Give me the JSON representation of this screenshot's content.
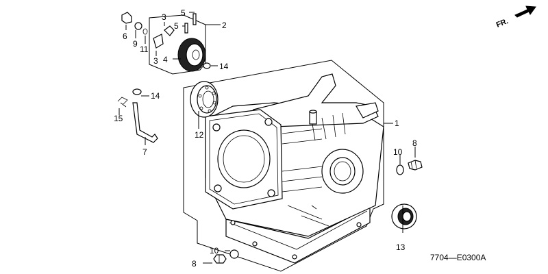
{
  "direction_label": "FR.",
  "drawing_code": "7704—E0300A",
  "callouts": {
    "p1": "1",
    "p2": "2",
    "p3a": "3",
    "p3b": "3",
    "p4": "4",
    "p5a": "5",
    "p5b": "5",
    "p6": "6",
    "p7": "7",
    "p8a": "8",
    "p8b": "8",
    "p9": "9",
    "p10a": "10",
    "p10b": "10",
    "p11": "11",
    "p12": "12",
    "p13": "13",
    "p14a": "14",
    "p14b": "14",
    "p15": "15"
  }
}
